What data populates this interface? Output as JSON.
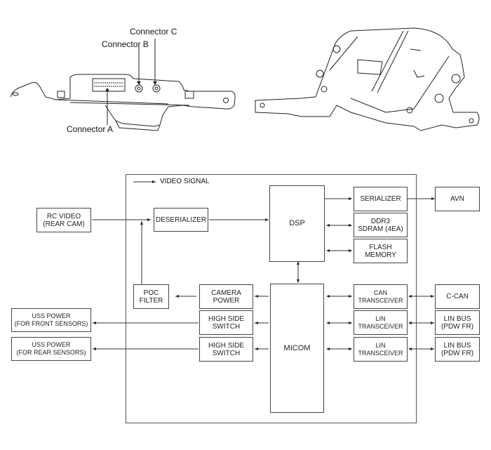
{
  "illustrations": {
    "side_view": {
      "connector_labels": [
        "Connector C",
        "Connector B",
        "Connector A"
      ]
    },
    "top_view": {}
  },
  "block_diagram": {
    "legend": "VIDEO SIGNAL",
    "blocks": {
      "rc_video": "RC VIDEO\n(REAR CAM)",
      "deserializer": "DESERIALIZER",
      "dsp": "DSP",
      "serializer": "SERIALIZER",
      "avn": "AVN",
      "ddr3": "DDR3\nSDRAM (4EA)",
      "flash": "FLASH\nMEMORY",
      "poc_filter": "POC\nFILTER",
      "camera_power": "CAMERA\nPOWER",
      "high_side_switch_1": "HIGH SIDE\nSWITCH",
      "high_side_switch_2": "HIGH SIDE\nSWITCH",
      "micom": "MICOM",
      "can_transceiver": "CAN\nTRANSCEIVER",
      "lin_transceiver_1": "LIN\nTRANSCEIVER",
      "lin_transceiver_2": "LIN\nTRANSCEIVER",
      "c_can": "C-CAN",
      "lin_bus_1": "LIN BUS\n(PDW FR)",
      "lin_bus_2": "LIN BUS\n(PDW FR)",
      "uss_power_front": "USS POWER\n(FOR FRONT SENSORS)",
      "uss_power_rear": "USS POWER\n(FOR REAR SENSORS)"
    }
  }
}
